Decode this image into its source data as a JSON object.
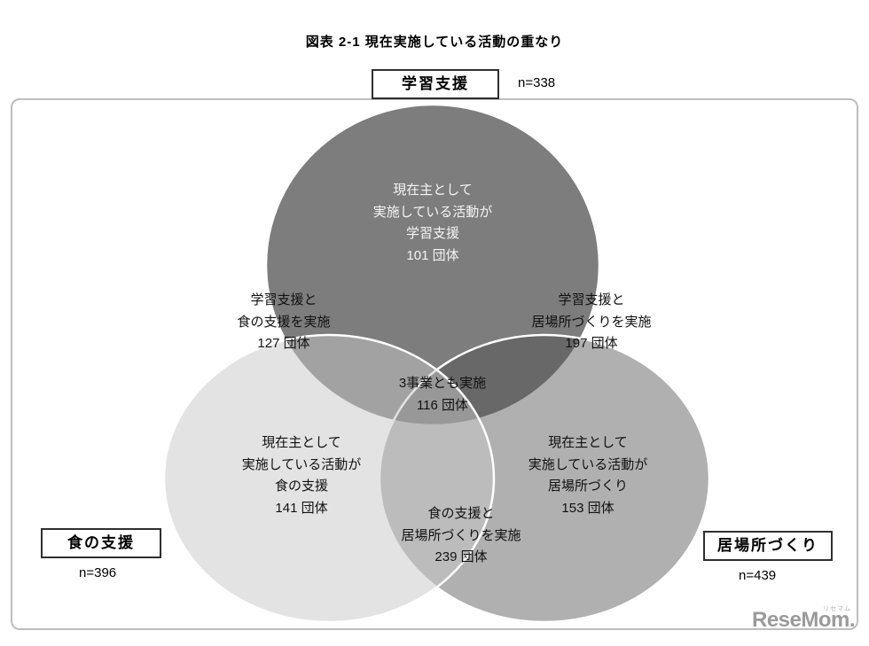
{
  "title": "図表 2-1 現在実施している活動の重なり",
  "colors": {
    "study_fill": "#7d7d7d",
    "place_overlay_fill": "#4f4f4f",
    "food_overlay_fill": "#c8c8c8",
    "circle_stroke": "#ffffff",
    "frame_border": "#bdbdbd",
    "text_on_dark": "#f5f5f5",
    "text_dark": "#111111",
    "logo_gray": "#9b9b9b"
  },
  "sets": {
    "study": {
      "label": "学習支援",
      "n": "n=338"
    },
    "food": {
      "label": "食の支援",
      "n": "n=396"
    },
    "place": {
      "label": "居場所づくり",
      "n": "n=439"
    }
  },
  "regions": {
    "study_only": {
      "l1": "現在主として",
      "l2": "実施している活動が",
      "l3": "学習支援",
      "l4": "101 団体"
    },
    "study_food": {
      "l1": "学習支援と",
      "l2": "食の支援を実施",
      "l3": "127 団体"
    },
    "study_place": {
      "l1": "学習支援と",
      "l2": "居場所づくりを実施",
      "l3": "197 団体"
    },
    "all_three": {
      "l1": "3事業とも実施",
      "l2": "116 団体"
    },
    "food_only": {
      "l1": "現在主として",
      "l2": "実施している活動が",
      "l3": "食の支援",
      "l4": "141 団体"
    },
    "place_only": {
      "l1": "現在主として",
      "l2": "実施している活動が",
      "l3": "居場所づくり",
      "l4": "153 団体"
    },
    "food_place": {
      "l1": "食の支援と",
      "l2": "居場所づくりを実施",
      "l3": "239 団体"
    }
  },
  "venn_data": {
    "type": "venn",
    "sets": [
      {
        "name": "学習支援",
        "total": 338,
        "only": 101
      },
      {
        "name": "食の支援",
        "total": 396,
        "only": 141
      },
      {
        "name": "居場所づくり",
        "total": 439,
        "only": 153
      }
    ],
    "overlaps": [
      {
        "between": [
          "学習支援",
          "食の支援"
        ],
        "count": 127
      },
      {
        "between": [
          "学習支援",
          "居場所づくり"
        ],
        "count": 197
      },
      {
        "between": [
          "食の支援",
          "居場所づくり"
        ],
        "count": 239
      },
      {
        "between": [
          "学習支援",
          "食の支援",
          "居場所づくり"
        ],
        "count": 116
      }
    ]
  },
  "watermark": {
    "text": "ReseMom.",
    "ruby": "リセマム"
  }
}
